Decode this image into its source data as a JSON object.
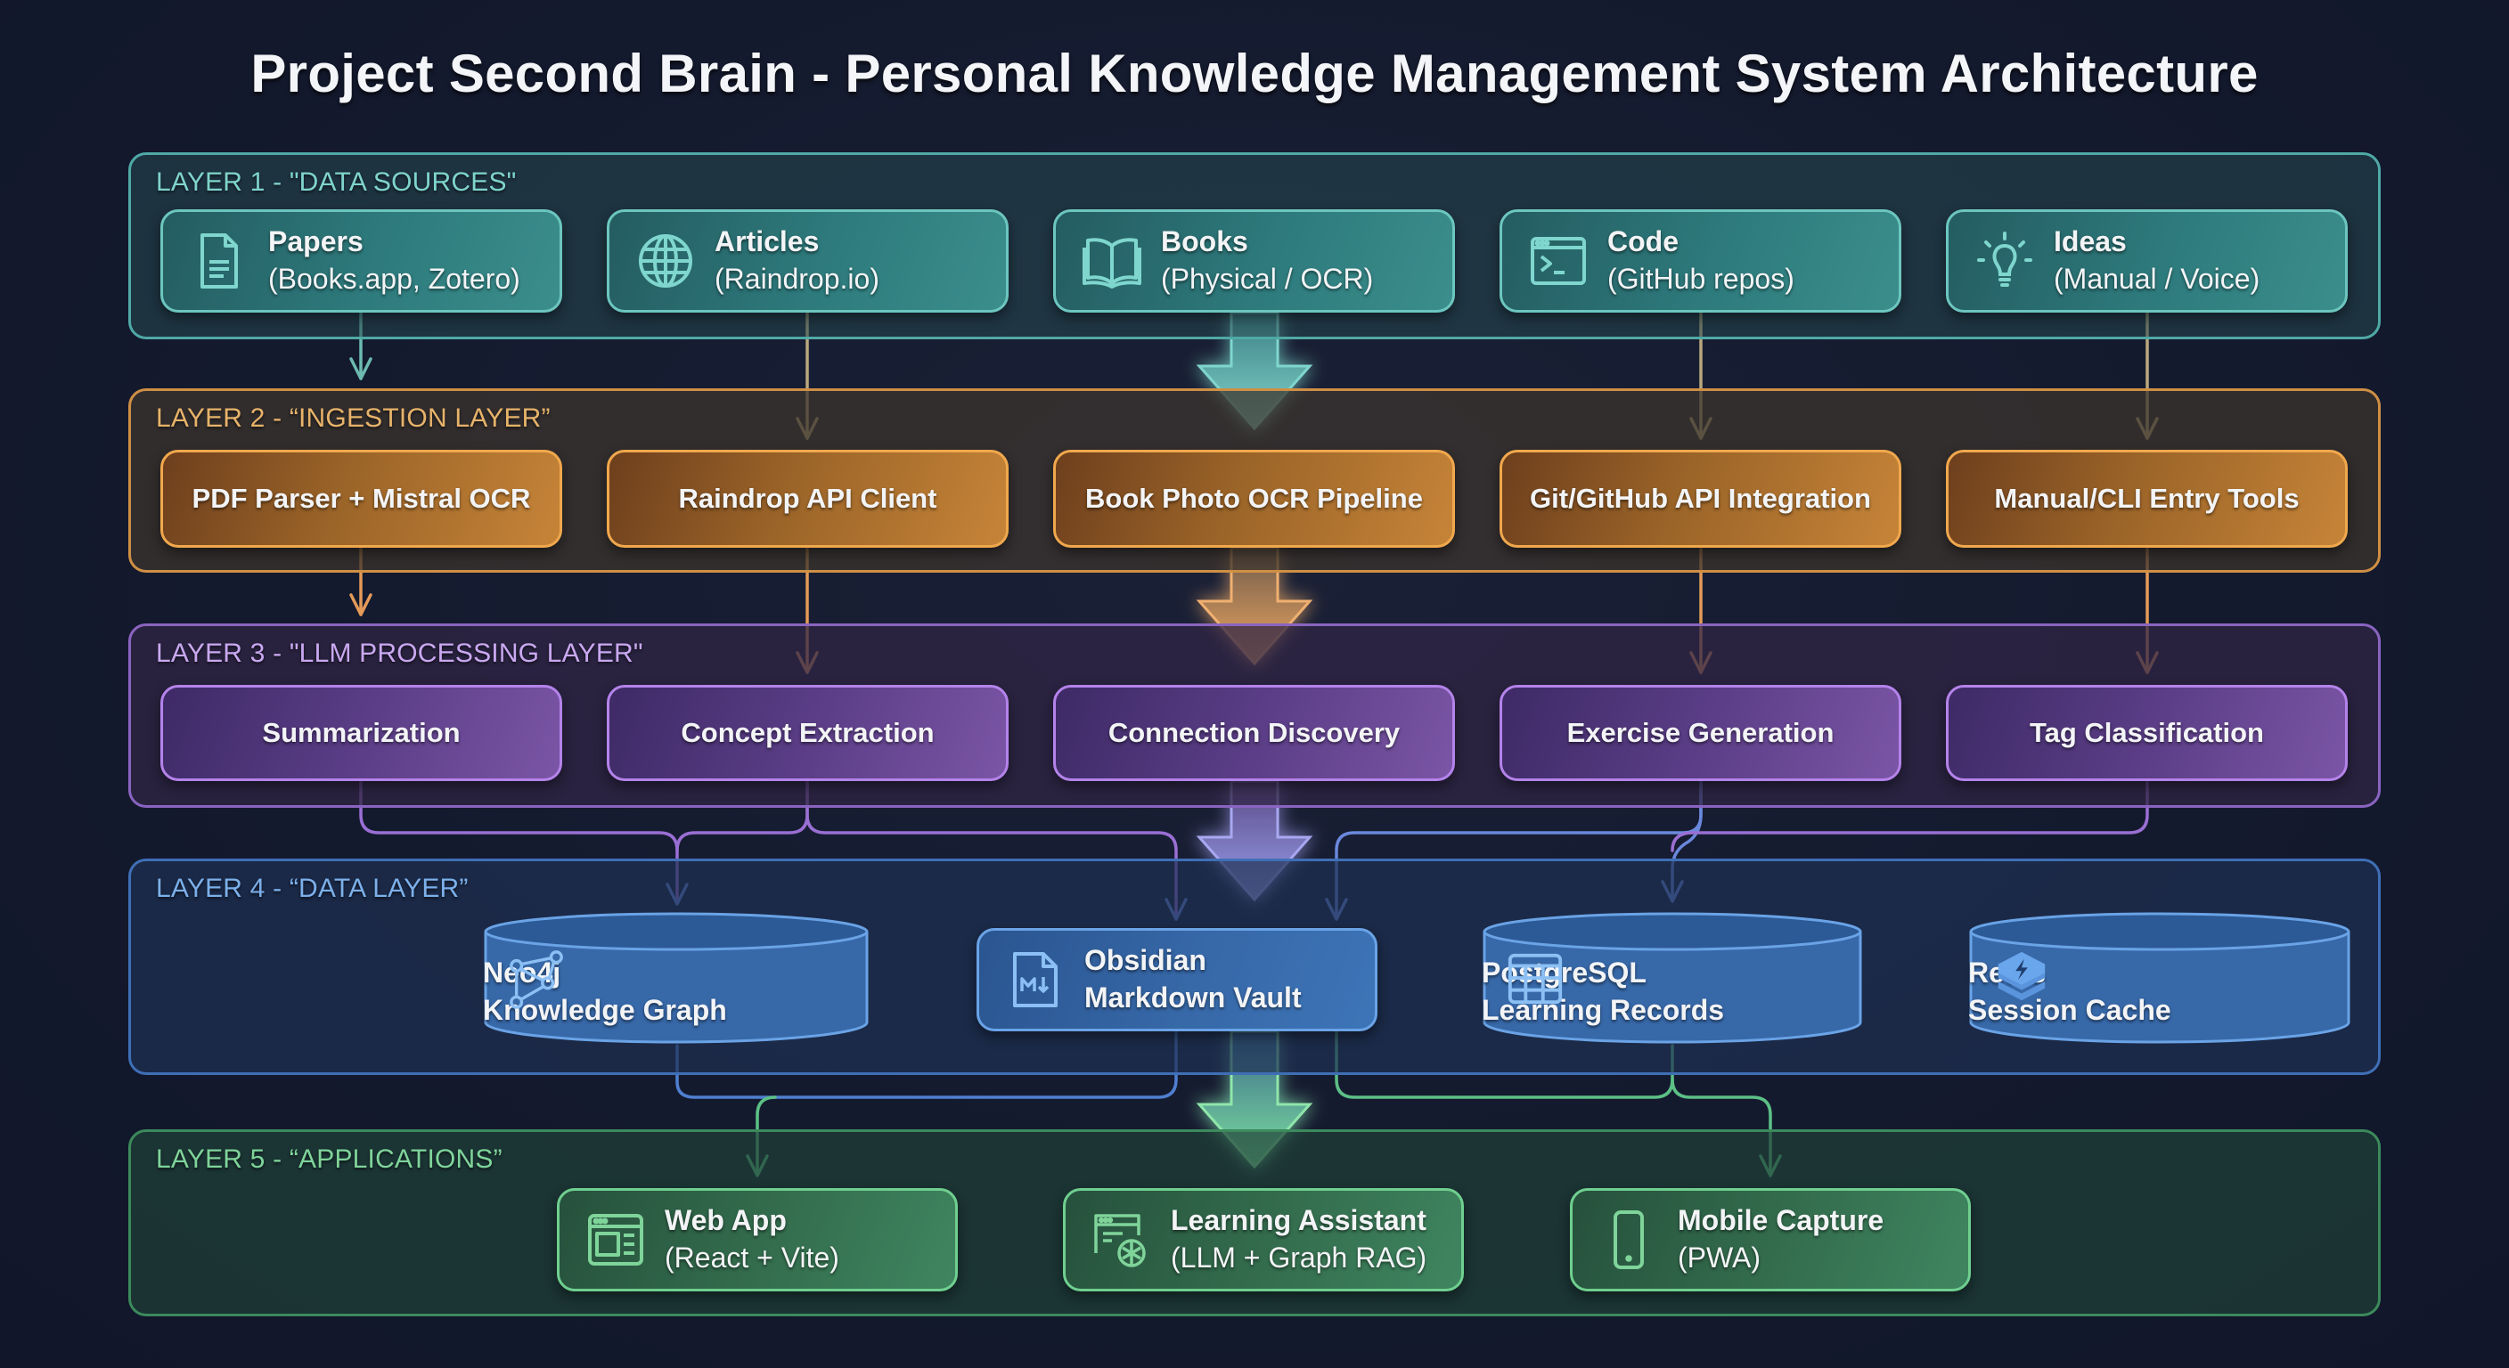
{
  "title": "Project Second Brain - Personal Knowledge Management System Architecture",
  "colors": {
    "background": "#141a2e",
    "layer1": "#4fa9a6",
    "layer2": "#cf8f44",
    "layer3": "#8a64c0",
    "layer4": "#3f6fb6",
    "layer5": "#3c8a5c"
  },
  "layers": [
    {
      "label": "LAYER 1 - \"DATA SOURCES\"",
      "nodes": [
        {
          "title": "Papers",
          "subtitle": "(Books.app, Zotero)",
          "icon": "document-icon"
        },
        {
          "title": "Articles",
          "subtitle": "(Raindrop.io)",
          "icon": "globe-icon"
        },
        {
          "title": "Books",
          "subtitle": "(Physical / OCR)",
          "icon": "open-book-icon"
        },
        {
          "title": "Code",
          "subtitle": "(GitHub repos)",
          "icon": "terminal-icon"
        },
        {
          "title": "Ideas",
          "subtitle": "(Manual / Voice)",
          "icon": "lightbulb-icon"
        }
      ]
    },
    {
      "label": "LAYER 2 - “INGESTION LAYER”",
      "nodes": [
        {
          "title": "PDF Parser + Mistral OCR"
        },
        {
          "title": "Raindrop API Client"
        },
        {
          "title": "Book Photo OCR Pipeline"
        },
        {
          "title": "Git/GitHub API Integration"
        },
        {
          "title": "Manual/CLI Entry Tools"
        }
      ]
    },
    {
      "label": "LAYER 3 - \"LLM PROCESSING LAYER\"",
      "nodes": [
        {
          "title": "Summarization"
        },
        {
          "title": "Concept Extraction"
        },
        {
          "title": "Connection Discovery"
        },
        {
          "title": "Exercise Generation"
        },
        {
          "title": "Tag Classification"
        }
      ]
    },
    {
      "label": "LAYER 4 - “DATA LAYER”",
      "nodes": [
        {
          "title": "Neo4j",
          "subtitle": "Knowledge Graph",
          "icon": "graph-network-icon",
          "shape": "cylinder"
        },
        {
          "title": "Obsidian",
          "subtitle": "Markdown Vault",
          "icon": "markdown-file-icon",
          "shape": "box"
        },
        {
          "title": "PostgreSQL",
          "subtitle": "Learning Records",
          "icon": "table-grid-icon",
          "shape": "cylinder"
        },
        {
          "title": "Redis",
          "subtitle": "Session Cache",
          "icon": "redis-stack-icon",
          "shape": "cylinder"
        }
      ]
    },
    {
      "label": "LAYER 5 - “APPLICATIONS”",
      "nodes": [
        {
          "title": "Web App",
          "subtitle": "(React + Vite)",
          "icon": "browser-window-icon"
        },
        {
          "title": "Learning Assistant",
          "subtitle": "(LLM + Graph RAG)",
          "icon": "browser-brain-icon"
        },
        {
          "title": "Mobile Capture",
          "subtitle": "(PWA)",
          "icon": "mobile-phone-icon"
        }
      ]
    }
  ],
  "connections": [
    {
      "from": "Papers",
      "to": "PDF Parser + Mistral OCR"
    },
    {
      "from": "Articles",
      "to": "Raindrop API Client"
    },
    {
      "from": "Books",
      "to": "Book Photo OCR Pipeline",
      "style": "main-flow"
    },
    {
      "from": "Code",
      "to": "Git/GitHub API Integration"
    },
    {
      "from": "Ideas",
      "to": "Manual/CLI Entry Tools"
    },
    {
      "from": "PDF Parser + Mistral OCR",
      "to": "Summarization"
    },
    {
      "from": "Raindrop API Client",
      "to": "Concept Extraction"
    },
    {
      "from": "Book Photo OCR Pipeline",
      "to": "Connection Discovery",
      "style": "main-flow"
    },
    {
      "from": "Git/GitHub API Integration",
      "to": "Exercise Generation"
    },
    {
      "from": "Manual/CLI Entry Tools",
      "to": "Tag Classification"
    },
    {
      "from": "Summarization",
      "to": "Neo4j"
    },
    {
      "from": "Concept Extraction",
      "to": "Neo4j"
    },
    {
      "from": "Concept Extraction",
      "to": "Obsidian"
    },
    {
      "from": "Connection Discovery",
      "to": "Obsidian",
      "style": "main-flow"
    },
    {
      "from": "Exercise Generation",
      "to": "Obsidian"
    },
    {
      "from": "Exercise Generation",
      "to": "PostgreSQL"
    },
    {
      "from": "Tag Classification",
      "to": "PostgreSQL"
    },
    {
      "from": "Neo4j",
      "to": "Web App"
    },
    {
      "from": "Obsidian",
      "to": "Web App"
    },
    {
      "from": "Obsidian",
      "to": "Learning Assistant",
      "style": "main-flow"
    },
    {
      "from": "Obsidian",
      "to": "Mobile Capture"
    },
    {
      "from": "PostgreSQL",
      "to": "Mobile Capture"
    }
  ]
}
